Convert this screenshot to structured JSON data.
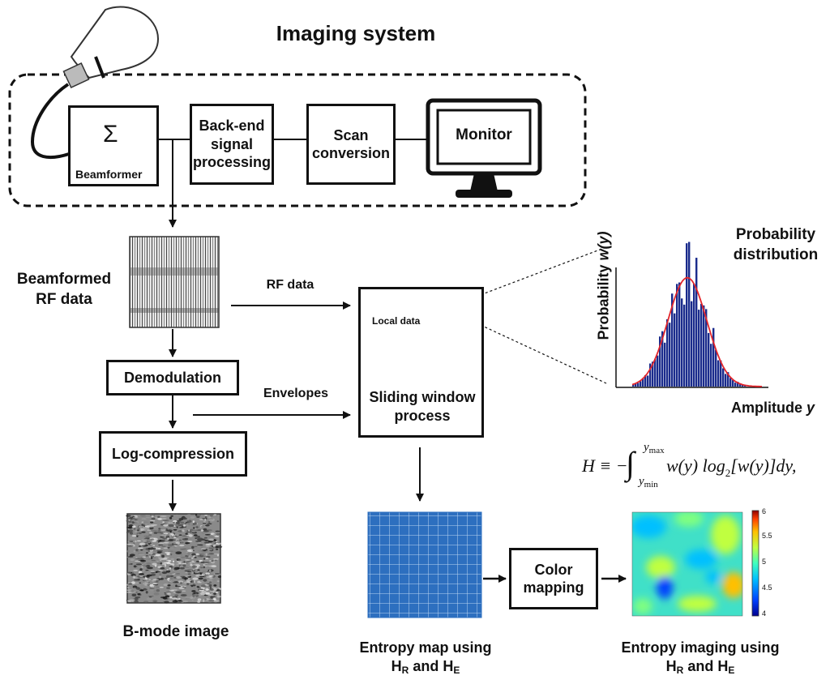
{
  "title": "Imaging system",
  "system": {
    "beamformer_symbol": "Σ",
    "beamformer_label": "Beamformer",
    "backend_label": "Back-end signal processing",
    "scan_label": "Scan conversion",
    "monitor_label": "Monitor"
  },
  "left": {
    "rf_label": "Beamformed RF data",
    "demod_label": "Demodulation",
    "log_label": "Log-compression",
    "bmode_label": "B-mode image"
  },
  "middle": {
    "rf_data_label": "RF data",
    "envelopes_label": "Envelopes",
    "local_data_label": "Local data",
    "sliding_label": "Sliding window process",
    "entropy_map_label": "Entropy map using",
    "color_mapping_label": "Color mapping",
    "entropy_imaging_label": "Entropy imaging using"
  },
  "symbols": {
    "h_r": "H",
    "h_r_sub": "R",
    "and": " and ",
    "h_e": "H",
    "h_e_sub": "E"
  },
  "probability": {
    "title": "Probability distribution",
    "ylabel_text": "Probability ",
    "ylabel_var": "w(y)",
    "xlabel_text": "Amplitude ",
    "xlabel_var": "y",
    "hist_color": "#1a2b8c",
    "curve_color": "#e3262b"
  },
  "formula": {
    "lhs": "H ≡ −",
    "upper": "y",
    "upper_sub": "max",
    "lower": "y",
    "lower_sub": "min",
    "body": "w(y) log",
    "base": "2",
    "tail": "[w(y)]dy,"
  },
  "colorbar": {
    "ticks": [
      "6",
      "5.5",
      "5",
      "4.5",
      "4"
    ]
  },
  "colors": {
    "entropy_map_blue": "#2d6fbf",
    "jet": [
      "#00008f",
      "#0040ff",
      "#00c0ff",
      "#40ffbf",
      "#c0ff40",
      "#ffc000",
      "#ff4000",
      "#8f0000"
    ]
  }
}
